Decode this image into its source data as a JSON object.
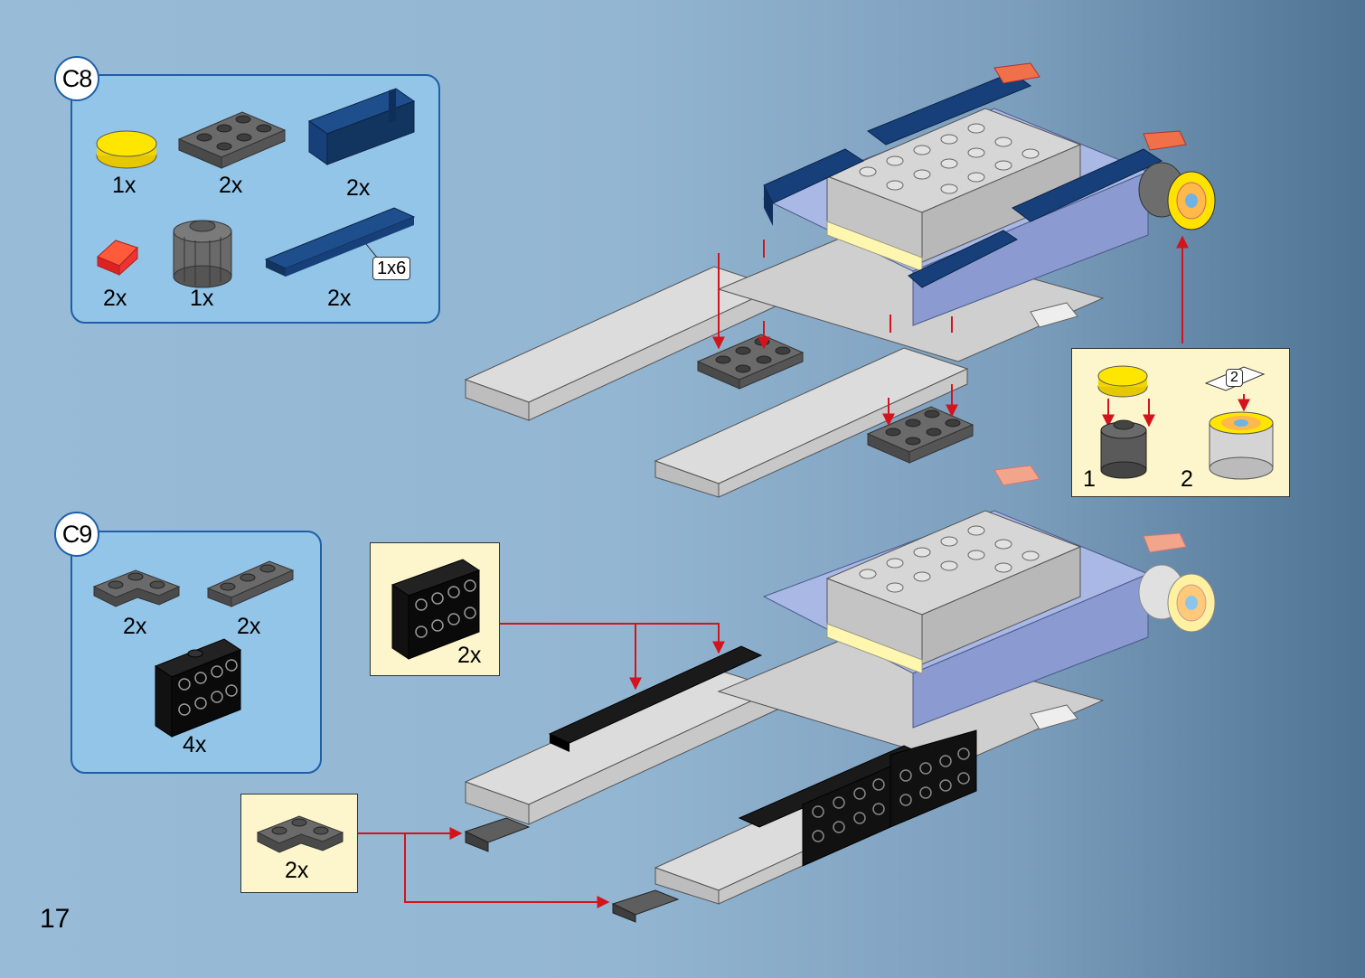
{
  "page_number": "17",
  "colors": {
    "panel_fill": "#93c5e9",
    "panel_border": "#1f5fa8",
    "callout_fill": "#fdf6cd",
    "arrow": "#d4141c",
    "brick_gray": "#c9c9c9",
    "brick_dark": "#5a5a5a",
    "brick_blue": "#17407a",
    "brick_black": "#111111",
    "brick_yellow": "#ffe200"
  },
  "step_c8": {
    "label": "C8",
    "parts": [
      {
        "icon": "yellow-round-tile-icon",
        "qty": "1x"
      },
      {
        "icon": "dark-gray-plate-2x3-icon",
        "qty": "2x"
      },
      {
        "icon": "blue-angle-plate-icon",
        "qty": "2x"
      },
      {
        "icon": "red-trans-slope-icon",
        "qty": "2x"
      },
      {
        "icon": "dark-gray-round-brick-icon",
        "qty": "1x"
      },
      {
        "icon": "blue-tile-1x6-icon",
        "qty": "2x",
        "size_tag": "1x6"
      }
    ],
    "subassembly": {
      "step1": "1",
      "step2": "2",
      "sticker_tag": "2"
    }
  },
  "step_c9": {
    "label": "C9",
    "parts": [
      {
        "icon": "corner-plate-icon",
        "qty": "2x"
      },
      {
        "icon": "plate-1x3-icon",
        "qty": "2x"
      },
      {
        "icon": "black-bracket-plate-icon",
        "qty": "4x"
      }
    ],
    "callouts": [
      {
        "icon": "black-bracket-plate-icon",
        "qty": "2x"
      },
      {
        "icon": "corner-plate-icon",
        "qty": "2x"
      }
    ]
  }
}
